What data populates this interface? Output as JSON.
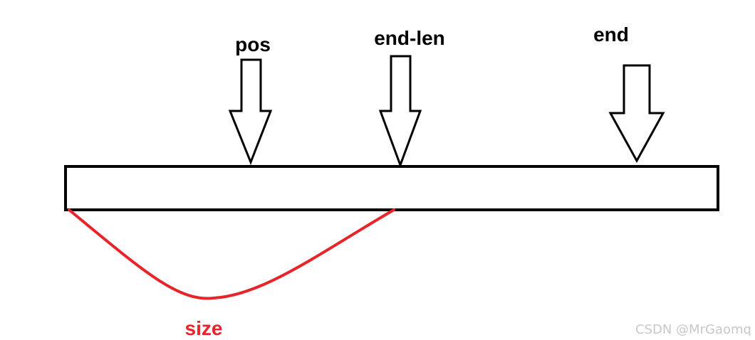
{
  "labels": {
    "pos": "pos",
    "end_len": "end-len",
    "end": "end",
    "size": "size"
  },
  "watermark": "CSDN @MrGaomq",
  "colors": {
    "stroke": "#000000",
    "accent": "#e8242b",
    "watermark": "#c8c8c8",
    "background": "#ffffff"
  },
  "icons": {
    "pos_arrow": "down-arrow-icon",
    "end_len_arrow": "down-arrow-icon",
    "end_arrow": "down-arrow-icon"
  }
}
